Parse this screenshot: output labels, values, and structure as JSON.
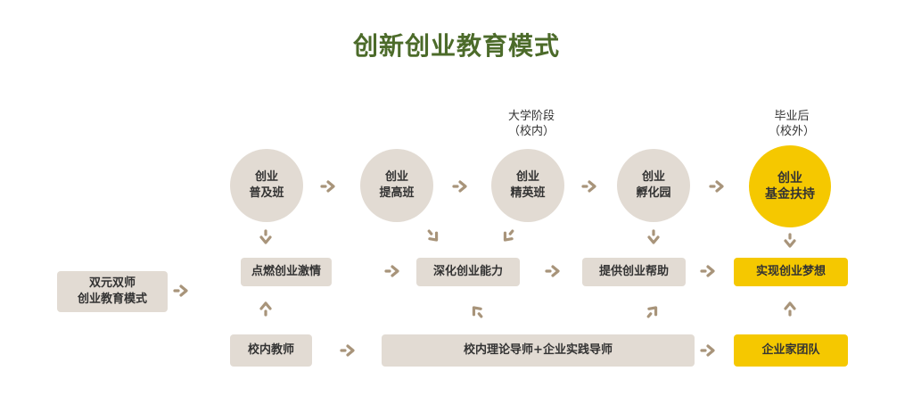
{
  "title": "创新创业教育模式",
  "stages": {
    "university": [
      "大学阶段",
      "（校内）"
    ],
    "graduate": [
      "毕业后",
      "（校外）"
    ]
  },
  "circles": [
    [
      "创业",
      "普及班"
    ],
    [
      "创业",
      "提高班"
    ],
    [
      "创业",
      "精英班"
    ],
    [
      "创业",
      "孵化园"
    ],
    [
      "创业",
      "基金扶持"
    ]
  ],
  "outcomes": [
    "点燃创业激情",
    "深化创业能力",
    "提供创业帮助",
    "实现创业梦想"
  ],
  "left_box": [
    "双元双师",
    "创业教育模式"
  ],
  "mentors": [
    "校内教师",
    "校内理论导师+企业实践导师",
    "企业家团队"
  ],
  "colors": {
    "title": "#4c6b2a",
    "neutral": "#e2dbd3",
    "accent": "#f5c800",
    "arrow": "#a8947a"
  }
}
